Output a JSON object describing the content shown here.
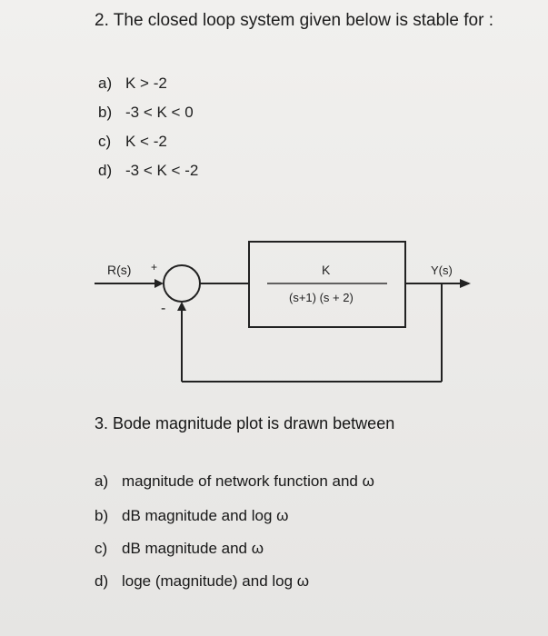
{
  "question2": {
    "title": "2. The closed loop system given below is stable for :",
    "options": [
      {
        "label": "a)",
        "text": "K > -2"
      },
      {
        "label": "b)",
        "text": "-3 < K < 0"
      },
      {
        "label": "c)",
        "text": "K < -2"
      },
      {
        "label": "d)",
        "text": "-3 < K < -2"
      }
    ]
  },
  "diagram": {
    "input_label": "R(s)",
    "plus_sign": "+",
    "minus_sign": "-",
    "numerator": "K",
    "denominator": "(s+1) (s + 2)",
    "output_label": "Y(s)"
  },
  "question3": {
    "title": "3.  Bode magnitude plot is drawn between",
    "options": [
      {
        "label": "a)",
        "text": "magnitude of network function and ω"
      },
      {
        "label": "b)",
        "text": "dB magnitude and log ω"
      },
      {
        "label": "c)",
        "text": "dB magnitude and ω"
      },
      {
        "label": "d)",
        "text": "loge (magnitude) and log ω"
      }
    ]
  }
}
